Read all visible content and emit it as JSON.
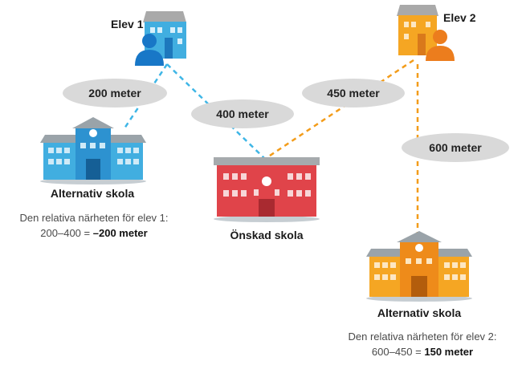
{
  "students": {
    "s1": {
      "name": "Elev 1"
    },
    "s2": {
      "name": "Elev 2"
    }
  },
  "distances": {
    "s1_alt": "200 meter",
    "s1_wish": "400 meter",
    "s2_wish": "450 meter",
    "s2_alt": "600 meter"
  },
  "schools": {
    "alt1": {
      "title": "Alternativ skola",
      "note_line1": "Den relativa närheten för elev 1:",
      "calc": "200–400 =",
      "result": "–200 meter"
    },
    "wish": {
      "title": "Önskad skola"
    },
    "alt2": {
      "title": "Alternativ skola",
      "note_line1": "Den relativa närheten för elev 2:",
      "calc": "600–450 =",
      "result": "150 meter"
    }
  },
  "colors": {
    "student1": "#3fb6e6",
    "student2": "#f39c1a",
    "wish_school": "#e0444a",
    "alt_school1": "#41aee0",
    "alt_school2": "#f5a623",
    "pill": "#d9d9d9"
  },
  "icons": [
    "house-person-icon",
    "school-building-icon"
  ]
}
